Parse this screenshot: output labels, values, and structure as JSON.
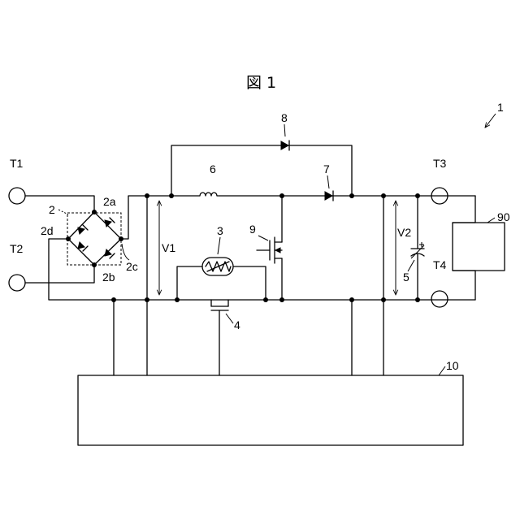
{
  "figure": {
    "title": "図 1",
    "ref": "1"
  },
  "terminals": [
    "T1",
    "T2",
    "T3",
    "T4"
  ],
  "bridge": {
    "ref": "2",
    "nodes": [
      "2a",
      "2b",
      "2c",
      "2d"
    ]
  },
  "components": {
    "thermistor": "3",
    "relay": "4",
    "capacitor": "5",
    "inductor": "6",
    "diode_main": "7",
    "diode_bypass": "8",
    "switch": "9",
    "controller": "10",
    "load": "90"
  },
  "voltages": {
    "v1": "V1",
    "v2": "V2"
  }
}
